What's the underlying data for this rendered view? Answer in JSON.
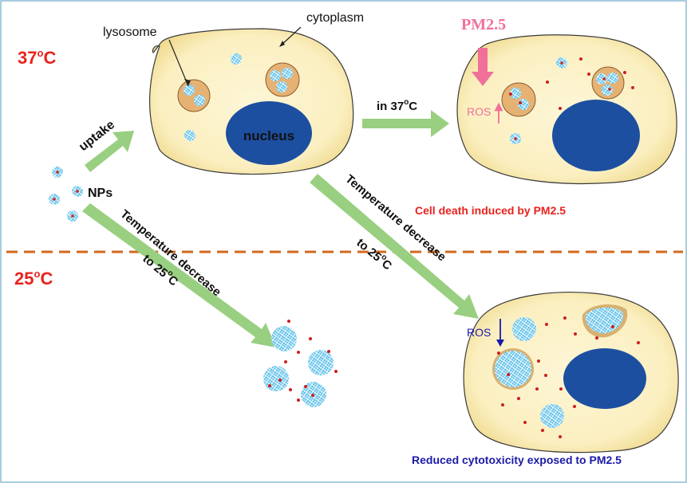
{
  "temperatures": {
    "upper": {
      "value": "37",
      "deg": "o",
      "unit": "C"
    },
    "lower": {
      "value": "25",
      "deg": "o",
      "unit": "C"
    }
  },
  "labels": {
    "lysosome": "lysosome",
    "cytoplasm": "cytoplasm",
    "nucleus": "nucleus",
    "nps": "NPs",
    "uptake": "uptake",
    "pm25": "PM2.5",
    "ros": "ROS",
    "in37_text": "in 37",
    "in37_deg": "o",
    "in37_unit": "C",
    "temp_decrease": "Temperature decrease",
    "to25_text": "to 25",
    "to25_deg": "o",
    "to25_unit": "C",
    "cell_death": "Cell death induced by PM2.5",
    "reduced_cytotoxicity": "Reduced cytotoxicity exposed to PM2.5"
  },
  "colors": {
    "cell_fill": "#fbf0c0",
    "nucleus": "#1d4fa0",
    "arrow_green": "#99cf80",
    "pm_pink": "#f0709a",
    "ros_blue": "#1a1aa8",
    "red_text": "#e8231e",
    "divider": "#d2691e",
    "np_blue": "#5fc1ea",
    "pm_particle": "#cc1f1f"
  }
}
